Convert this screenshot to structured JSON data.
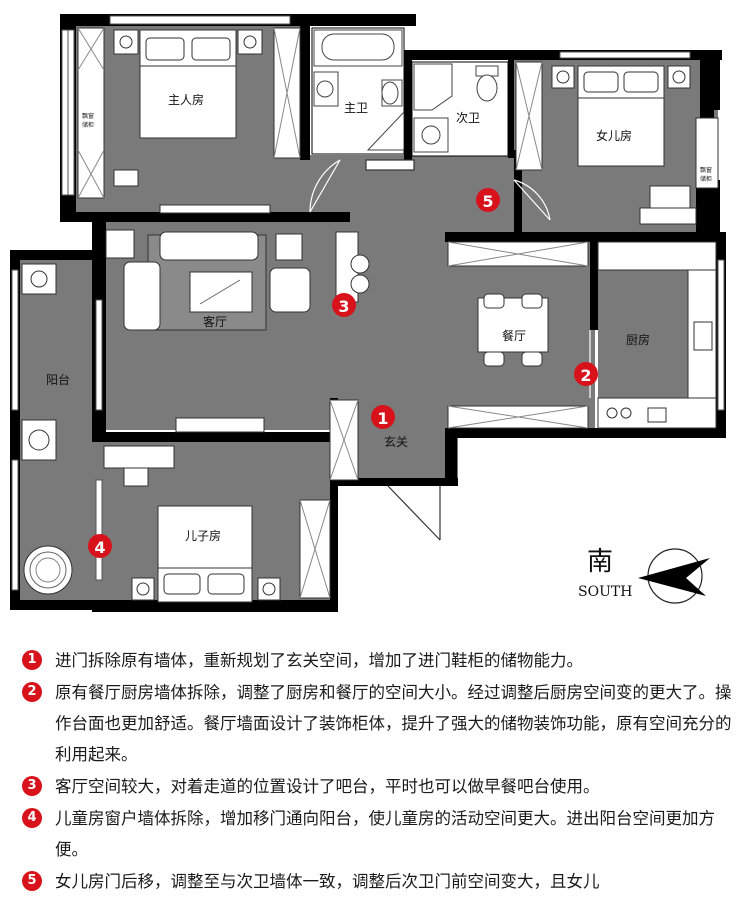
{
  "rooms": {
    "master": "主人房",
    "master_bath": "主卫",
    "second_bath": "次卫",
    "daughter": "女儿房",
    "living": "客厅",
    "balcony": "阳台",
    "dining": "餐厅",
    "kitchen": "厨房",
    "entry": "玄关",
    "son": "儿子房"
  },
  "bay_window_label": [
    "飘窗",
    "储柜"
  ],
  "compass": {
    "cn": "南",
    "en": "SOUTH"
  },
  "markers": [
    "1",
    "2",
    "3",
    "4",
    "5"
  ],
  "notes": [
    {
      "num": "1",
      "text": "进门拆除原有墙体，重新规划了玄关空间，增加了进门鞋柜的储物能力。"
    },
    {
      "num": "2",
      "text": "原有餐厅厨房墙体拆除，调整了厨房和餐厅的空间大小。经过调整后厨房空间变的更大了。操作台面也更加舒适。餐厅墙面设计了装饰柜体，提升了强大的储物装饰功能，原有空间充分的利用起来。"
    },
    {
      "num": "3",
      "text": "客厅空间较大，对着走道的位置设计了吧台，平时也可以做早餐吧台使用。"
    },
    {
      "num": "4",
      "text": "儿童房窗户墙体拆除，增加移门通向阳台，使儿童房的活动空间更大。进出阳台空间更加方便。"
    },
    {
      "num": "5",
      "text": "女儿房门后移，调整至与次卫墙体一致，调整后次卫门前空间变大，且女儿"
    }
  ]
}
